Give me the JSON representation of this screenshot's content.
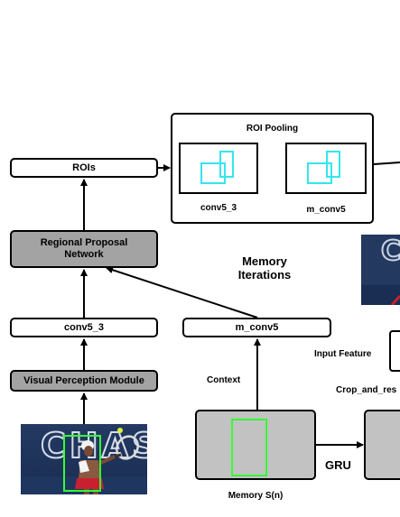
{
  "rois": "ROIs",
  "rpn": "Regional Proposal\nNetwork",
  "conv5_3_box": "conv5_3",
  "vpm": "Visual Perception Module",
  "m_conv5_box": "m_conv5",
  "memory_iterations": "Memory\nIterations",
  "roi_pooling": {
    "title": "ROI Pooling",
    "left_caption": "conv5_3",
    "right_caption": "m_conv5"
  },
  "context": "Context",
  "gru": "GRU",
  "memory_s": "Memory S(n)",
  "input_feature": "Input Feature",
  "crop_and_resize": "Crop_and_res",
  "photo_text": "CHAS",
  "colors": {
    "detection_box": "#33ff33",
    "roi_box": "#33e6ee",
    "gray_box": "#a3a3a3",
    "memory_gray": "#c2c2c2"
  }
}
